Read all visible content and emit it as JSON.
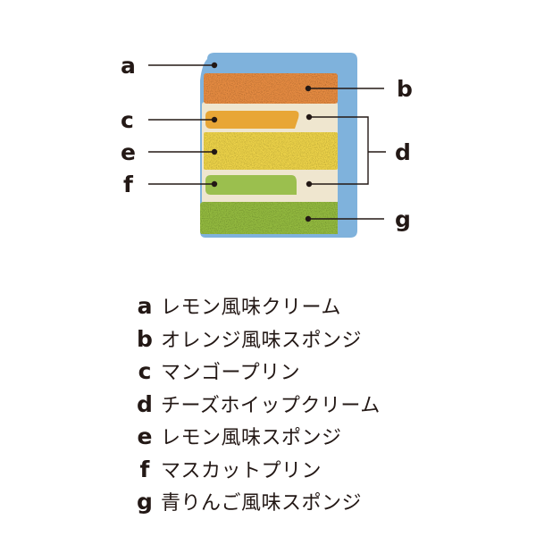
{
  "colors": {
    "frosting": "#7fb2dc",
    "orange_sponge": "#e58b43",
    "mango_pudding": "#e8a636",
    "cream": "#efe6cf",
    "lemon_sponge": "#ecd24a",
    "muscat_pudding": "#9bbf4e",
    "apple_sponge": "#93b93f",
    "ink": "#231815"
  },
  "callouts": {
    "a": "a",
    "b": "b",
    "c": "c",
    "d": "d",
    "e": "e",
    "f": "f",
    "g": "g"
  },
  "legend": [
    {
      "key": "a",
      "text": "レモン風味クリーム"
    },
    {
      "key": "b",
      "text": "オレンジ風味スポンジ"
    },
    {
      "key": "c",
      "text": "マンゴープリン"
    },
    {
      "key": "d",
      "text": "チーズホイップクリーム"
    },
    {
      "key": "e",
      "text": "レモン風味スポンジ"
    },
    {
      "key": "f",
      "text": "マスカットプリン"
    },
    {
      "key": "g",
      "text": "青りんご風味スポンジ"
    }
  ]
}
